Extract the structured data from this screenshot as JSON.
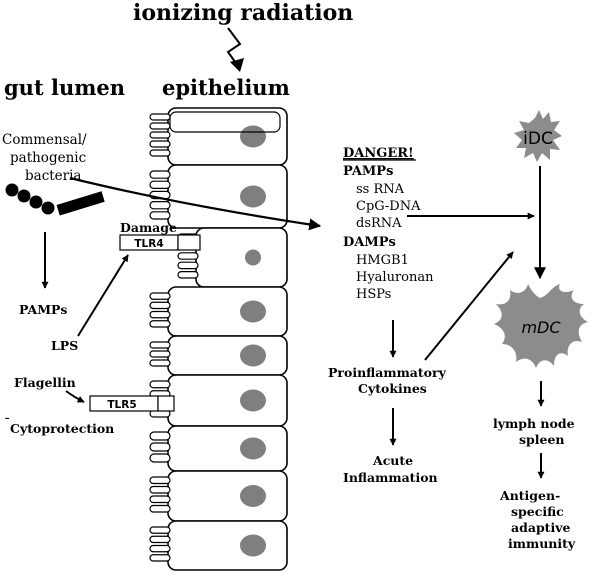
{
  "headings": {
    "top": "ionizing radiation",
    "gut_lumen": "gut lumen",
    "epithelium": "epithelium"
  },
  "left": {
    "bacteria_line1": "Commensal/",
    "bacteria_line2": "pathogenic",
    "bacteria_line3": "bacteria",
    "pamps": "PAMPs",
    "lps": "LPS",
    "flagellin": "Flagellin",
    "cytoprotection": "Cytoprotection",
    "cytoprotection_mark": "¯"
  },
  "receptors": {
    "damage": "Damage",
    "tlr4": "TLR4",
    "tlr5": "TLR5"
  },
  "danger": {
    "title": "DANGER!",
    "pamps_header": "PAMPs",
    "pamps_items": [
      "ss RNA",
      "CpG-DNA",
      "dsRNA"
    ],
    "damps_header": "DAMPs",
    "damps_items": [
      "HMGB1",
      "Hyaluronan",
      "HSPs"
    ]
  },
  "center": {
    "cytokines_line1": "Proinflammatory",
    "cytokines_line2": "Cytokines",
    "inflammation_line1": "Acute",
    "inflammation_line2": "Inflammation"
  },
  "right": {
    "idc": "iDC",
    "mdc": "mDC",
    "lymph_line1": "lymph node",
    "lymph_line2": "spleen",
    "immunity_line1": "Antigen-",
    "immunity_line2": "specific",
    "immunity_line3": "adaptive",
    "immunity_line4": "immunity"
  },
  "colors": {
    "ink": "#000000",
    "nucleus": "#7f7f7f",
    "dendritic_cell": "#8c8c8c"
  }
}
